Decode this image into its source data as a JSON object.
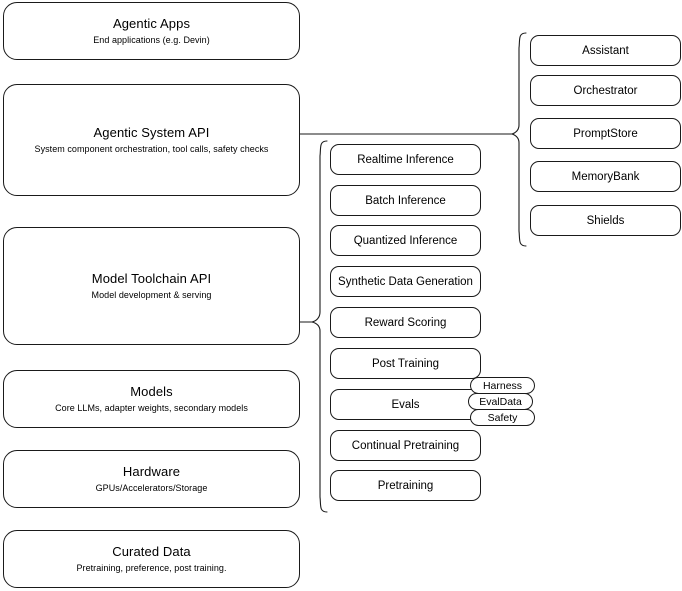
{
  "diagram": {
    "title": "AI stack layer diagram",
    "accent_color": "#1a1a1a",
    "background_color": "#ffffff"
  },
  "layers": [
    {
      "title": "Agentic Apps",
      "subtitle": "End applications (e.g. Devin)"
    },
    {
      "title": "Agentic System API",
      "subtitle": "System component orchestration, tool calls, safety checks"
    },
    {
      "title": "Model Toolchain API",
      "subtitle": "Model development & serving"
    },
    {
      "title": "Models",
      "subtitle": "Core LLMs, adapter weights, secondary models"
    },
    {
      "title": "Hardware",
      "subtitle": "GPUs/Accelerators/Storage"
    },
    {
      "title": "Curated Data",
      "subtitle": "Pretraining, preference, post training."
    }
  ],
  "agentic_system_components": [
    {
      "label": "Assistant"
    },
    {
      "label": "Orchestrator"
    },
    {
      "label": "PromptStore"
    },
    {
      "label": "MemoryBank"
    },
    {
      "label": "Shields"
    }
  ],
  "model_toolchain_components": [
    {
      "label": "Realtime Inference"
    },
    {
      "label": "Batch Inference"
    },
    {
      "label": "Quantized Inference"
    },
    {
      "label": "Synthetic Data Generation"
    },
    {
      "label": "Reward Scoring"
    },
    {
      "label": "Post Training"
    },
    {
      "label": "Evals"
    },
    {
      "label": "Continual Pretraining"
    },
    {
      "label": "Pretraining"
    }
  ],
  "evals_tags": [
    {
      "label": "Harness"
    },
    {
      "label": "EvalData"
    },
    {
      "label": "Safety"
    }
  ]
}
